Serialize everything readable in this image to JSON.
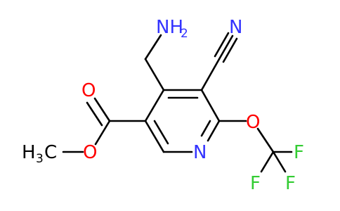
{
  "structure": {
    "labels": {
      "amine_n": "NH",
      "amine_sub": "2",
      "nitrile_n": "N",
      "ring_n": "N",
      "ester_o_carbonyl": "O",
      "ester_o": "O",
      "methyl_c": "H",
      "methyl_sub": "3",
      "methyl_c2": "C",
      "ether_o": "O",
      "f_top": "F",
      "f_left": "F",
      "f_right": "F"
    },
    "colors": {
      "bond": "#000000",
      "nitrogen": "#3333ff",
      "oxygen": "#ff0000",
      "fluorine": "#33cc33",
      "carbon": "#000000"
    }
  }
}
